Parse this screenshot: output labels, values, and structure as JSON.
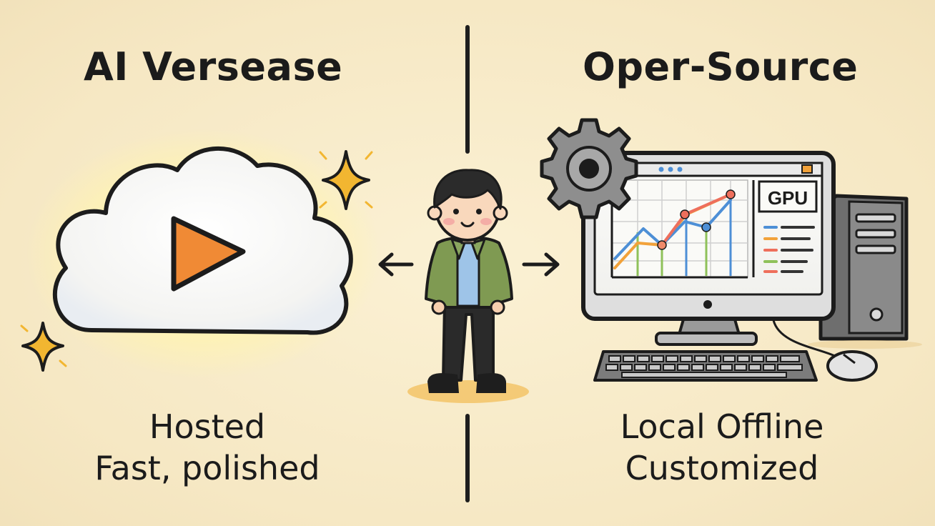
{
  "left_panel": {
    "title": "AI Versease",
    "caption_line1": "Hosted",
    "caption_line2": "Fast, polished",
    "icon": "cloud-play-icon"
  },
  "right_panel": {
    "title": "Oper-Source",
    "caption_line1": "Local Offline",
    "caption_line2": "Customized",
    "icon": "desktop-computer-icon",
    "monitor_label": "GPU"
  },
  "center": {
    "figure": "person-icon"
  },
  "colors": {
    "background": "#f6e8c4",
    "play_orange": "#f08a35",
    "sparkle_gold": "#f2b631",
    "jacket_green": "#7f9a52",
    "line_red": "#ee6f5c",
    "line_blue": "#4d8fd6",
    "line_orange": "#f2a23a",
    "line_green": "#8fc15a"
  }
}
